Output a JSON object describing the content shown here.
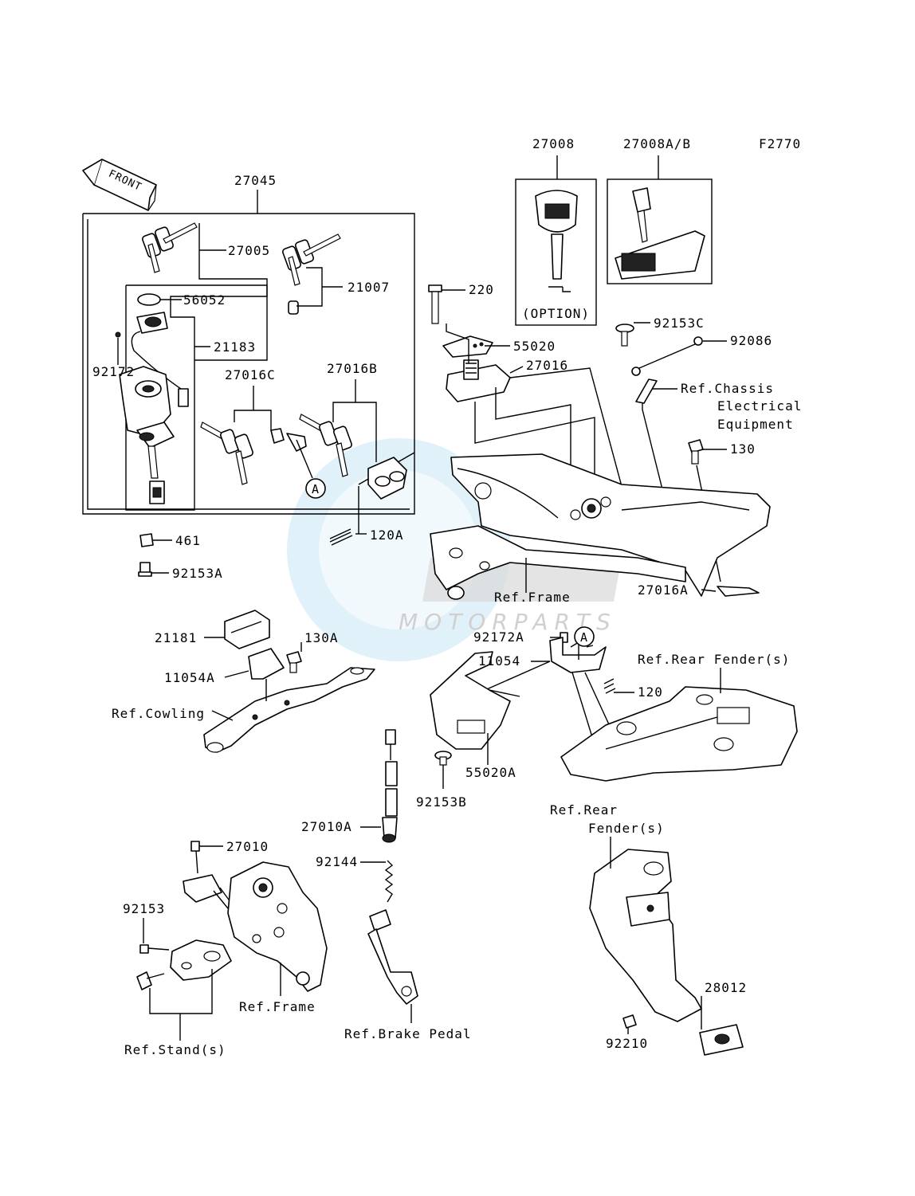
{
  "figure_code": "F2770",
  "front_arrow_text": "FRONT",
  "labels": {
    "p27045": "27045",
    "p27005": "27005",
    "p56052": "56052",
    "p21183": "21183",
    "p92172": "92172",
    "p21007": "21007",
    "p27016C": "27016C",
    "p27016B": "27016B",
    "p461": "461",
    "p92153A": "92153A",
    "p120A": "120A",
    "p21181": "21181",
    "p130A": "130A",
    "p11054A": "11054A",
    "refCowling": "Ref.Cowling",
    "p27008": "27008",
    "p27008AB": "27008A/B",
    "option": "(OPTION)",
    "p220": "220",
    "p55020": "55020",
    "p27016": "27016",
    "p92153C": "92153C",
    "p92086": "92086",
    "refChassis1": "Ref.Chassis",
    "refChassis2": "Electrical",
    "refChassis3": "Equipment",
    "p130": "130",
    "refFrameTop": "Ref.Frame",
    "p27016A": "27016A",
    "p92172A": "92172A",
    "p11054": "11054",
    "refRearFender": "Ref.Rear Fender(s)",
    "p120": "120",
    "p55020A": "55020A",
    "p92153B": "92153B",
    "p27010A": "27010A",
    "p92144": "92144",
    "p27010": "27010",
    "p92153": "92153",
    "refFrameBottom": "Ref.Frame",
    "refStand": "Ref.Stand(s)",
    "refBrakePedal": "Ref.Brake Pedal",
    "refRear2a": "Ref.Rear",
    "refRear2b": "Fender(s)",
    "p28012": "28012",
    "p92210": "92210",
    "markerA": "A",
    "watermarkBrand": "MOTORPARTS"
  }
}
